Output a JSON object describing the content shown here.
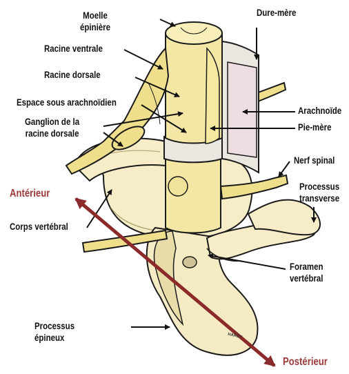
{
  "labels": {
    "moelle": "Moelle\népinière",
    "racine_ventrale": "Racine ventrale",
    "racine_dorsale": "Racine dorsale",
    "espace": "Espace sous arachnoïdien",
    "ganglion": "Ganglion de la\nracine dorsale",
    "dure_mere": "Dure-mère",
    "arachnoide": "Arachnoïde",
    "pie_mere": "Pie-mère",
    "nerf_spinal": "Nerf spinal",
    "processus_transverse": "Processus\ntransverse",
    "anterieur": "Antérieur",
    "posterieur": "Postérieur",
    "corps_vertebral": "Corps vertébral",
    "foramen": "Foramen\nvertébral",
    "processus_epineux": "Processus\népineux",
    "signature": "HARDY"
  },
  "colors": {
    "bone": "#f6edc8",
    "bone_shadow": "#d9cfa2",
    "cord": "#f4e7a6",
    "nerve": "#efdf8c",
    "dura": "#eae6e0",
    "outline": "#1a1a1a",
    "accent_arrow": "#8b2a2a"
  }
}
